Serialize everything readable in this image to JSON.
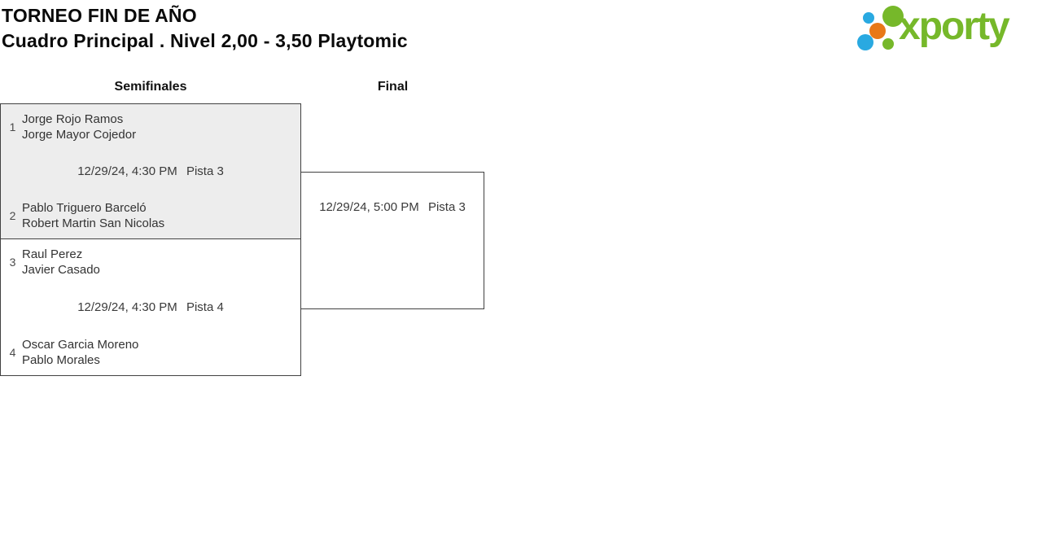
{
  "header": {
    "title": "TORNEO FIN DE AÑO",
    "subtitle": "Cuadro Principal . Nivel 2,00 - 3,50 Playtomic"
  },
  "logo": {
    "brand": "xporty",
    "colors": {
      "green": "#76b82a",
      "blue": "#29a9e1",
      "orange": "#e87817"
    }
  },
  "bracket": {
    "round_headers": [
      "Semifinales",
      "Final"
    ],
    "highlight_bg": "#ededed",
    "semifinals": [
      {
        "schedule": {
          "datetime": "12/29/24, 4:30 PM",
          "court": "Pista 3"
        },
        "slots": [
          {
            "seed": "1",
            "players": [
              "Jorge Rojo Ramos",
              "Jorge Mayor Cojedor"
            ]
          },
          {
            "seed": "2",
            "players": [
              "Pablo Triguero Barceló",
              "Robert Martin San Nicolas"
            ]
          }
        ]
      },
      {
        "schedule": {
          "datetime": "12/29/24, 4:30 PM",
          "court": "Pista 4"
        },
        "slots": [
          {
            "seed": "3",
            "players": [
              "Raul Perez",
              "Javier Casado"
            ]
          },
          {
            "seed": "4",
            "players": [
              "Oscar Garcia Moreno",
              "Pablo Morales"
            ]
          }
        ]
      }
    ],
    "final": {
      "schedule": {
        "datetime": "12/29/24, 5:00 PM",
        "court": "Pista 3"
      }
    }
  }
}
